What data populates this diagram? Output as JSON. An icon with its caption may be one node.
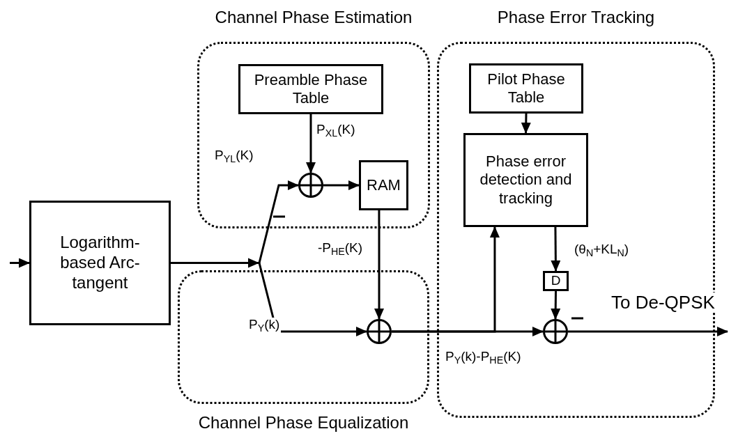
{
  "diagram": {
    "nodes": [
      {
        "text": [
          "Channel Phase Estimation"
        ]
      },
      {
        "text": [
          "Preamble Phase Table"
        ],
        "in": 0
      },
      {
        "text": [],
        "shape": "circle",
        "in": 0
      },
      {
        "text": [
          "RAM"
        ],
        "in": 0
      },
      {
        "text": [
          "Phase Error Tracking"
        ]
      },
      {
        "text": [
          "Pilot Phase Table"
        ],
        "in": 4
      },
      {
        "text": [
          "Phase error detection and tracking"
        ],
        "in": 4
      },
      {
        "text": [
          "D"
        ],
        "in": 4
      },
      {
        "text": [],
        "shape": "circle",
        "in": 4
      },
      {
        "text": [
          "Channel Phase Equalization"
        ]
      },
      {
        "text": [],
        "shape": "circle",
        "in": 9
      },
      {
        "text": [
          "Logarithm-based Arc-tangent"
        ]
      }
    ],
    "edges": [
      {
        "from": null,
        "to": 11,
        "arrow": "to"
      },
      {
        "from": 11,
        "to": 2,
        "arrow": "to",
        "label": "P$_{YL}$(K)"
      },
      {
        "from": 11,
        "to": 10,
        "arrow": "to",
        "label": "P$_{Y}$(k)"
      },
      {
        "from": 1,
        "to": 2,
        "arrow": "to",
        "label": "P$_{XL}$(K)"
      },
      {
        "from": 2,
        "to": 3,
        "arrow": "to"
      },
      {
        "from": 3,
        "to": 10,
        "arrow": "to",
        "label": "-P$_{HE}$(K)"
      },
      {
        "from": 10,
        "to": 8,
        "arrow": "to",
        "label": "P$_{Y}$(k)-P$_{HE}$(K)"
      },
      {
        "from": 10,
        "to": 6,
        "arrow": "to"
      },
      {
        "from": 5,
        "to": 6,
        "arrow": "to"
      },
      {
        "from": 6,
        "to": 7,
        "arrow": "to",
        "label": "(θ$_{N}$+KL$_{N}$)"
      },
      {
        "from": 7,
        "to": 8,
        "arrow": "to"
      },
      {
        "from": 8,
        "to": null,
        "arrow": "to",
        "label": "To De-QPSK"
      }
    ]
  }
}
